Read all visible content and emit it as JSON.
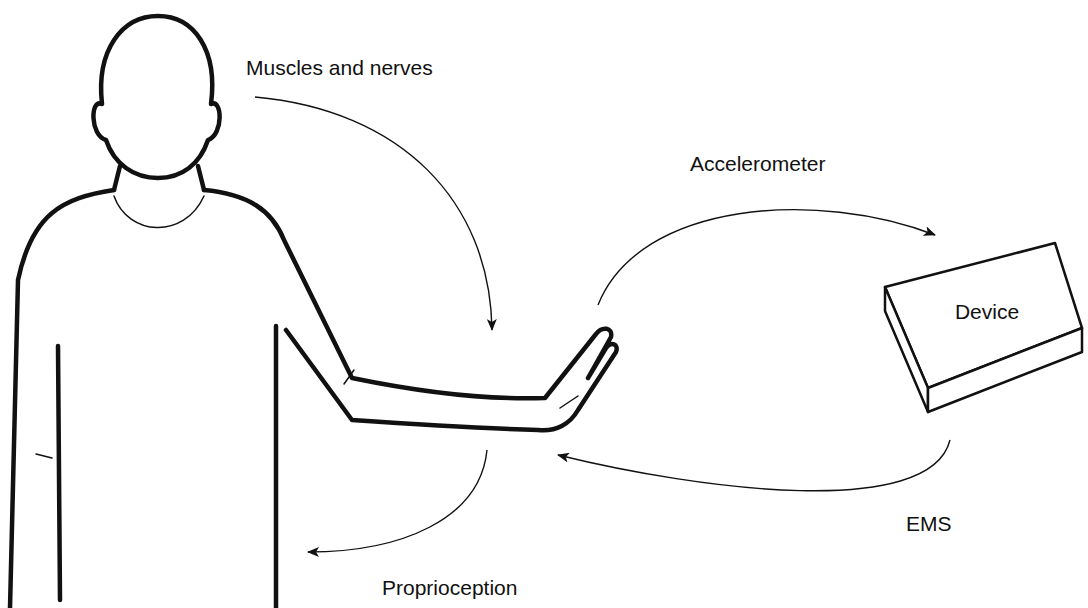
{
  "diagram": {
    "nodes": [
      {
        "text": [
          "Device"
        ]
      }
    ],
    "labels": [
      "Muscles and nerves",
      "Accelerometer",
      "EMS",
      "Proprioception"
    ]
  }
}
